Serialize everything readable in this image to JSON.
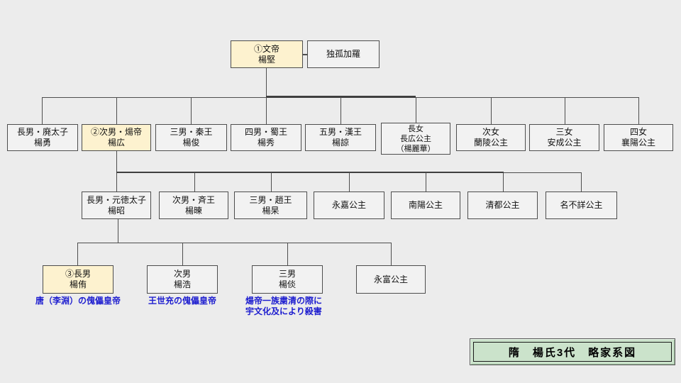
{
  "title": {
    "label": "隋　楊氏3代　略家系図"
  },
  "gen1": {
    "emperor": {
      "line1": "①文帝",
      "line2": "楊堅"
    },
    "empress": {
      "line1": "独孤加羅"
    }
  },
  "gen2": [
    {
      "line1": "長男・廃太子",
      "line2": "楊勇"
    },
    {
      "line1": "②次男・煬帝",
      "line2": "楊広"
    },
    {
      "line1": "三男・秦王",
      "line2": "楊俊"
    },
    {
      "line1": "四男・蜀王",
      "line2": "楊秀"
    },
    {
      "line1": "五男・漢王",
      "line2": "楊諒"
    },
    {
      "line1": "長女",
      "line2": "長広公主",
      "line3": "（楊麗華）"
    },
    {
      "line1": "次女",
      "line2": "蘭陵公主"
    },
    {
      "line1": "三女",
      "line2": "安成公主"
    },
    {
      "line1": "四女",
      "line2": "襄陽公主"
    }
  ],
  "gen3": [
    {
      "line1": "長男・元徳太子",
      "line2": "楊昭"
    },
    {
      "line1": "次男・斉王",
      "line2": "楊暕"
    },
    {
      "line1": "三男・趙王",
      "line2": "楊杲"
    },
    {
      "line1": "永嘉公主"
    },
    {
      "line1": "南陽公主"
    },
    {
      "line1": "清都公主"
    },
    {
      "line1": "名不詳公主"
    }
  ],
  "gen4": [
    {
      "line1": "③長男",
      "line2": "楊侑"
    },
    {
      "line1": "次男",
      "line2": "楊浩"
    },
    {
      "line1": "三男",
      "line2": "楊倓"
    },
    {
      "line1": "永富公主"
    }
  ],
  "notes": {
    "yang_you": "唐（李淵）の傀儡皇帝",
    "yang_hao": "王世充の傀儡皇帝",
    "yang_tan1": "煬帝一族粛清の際に",
    "yang_tan2": "宇文化及により殺害"
  },
  "colors": {
    "background": "#ececec",
    "box_fill": "#f2f2f2",
    "highlight_fill": "#fdf2cf",
    "border": "#4d4d4d",
    "note_text": "#1c1ccf",
    "title_fill": "#cbe3cb"
  }
}
